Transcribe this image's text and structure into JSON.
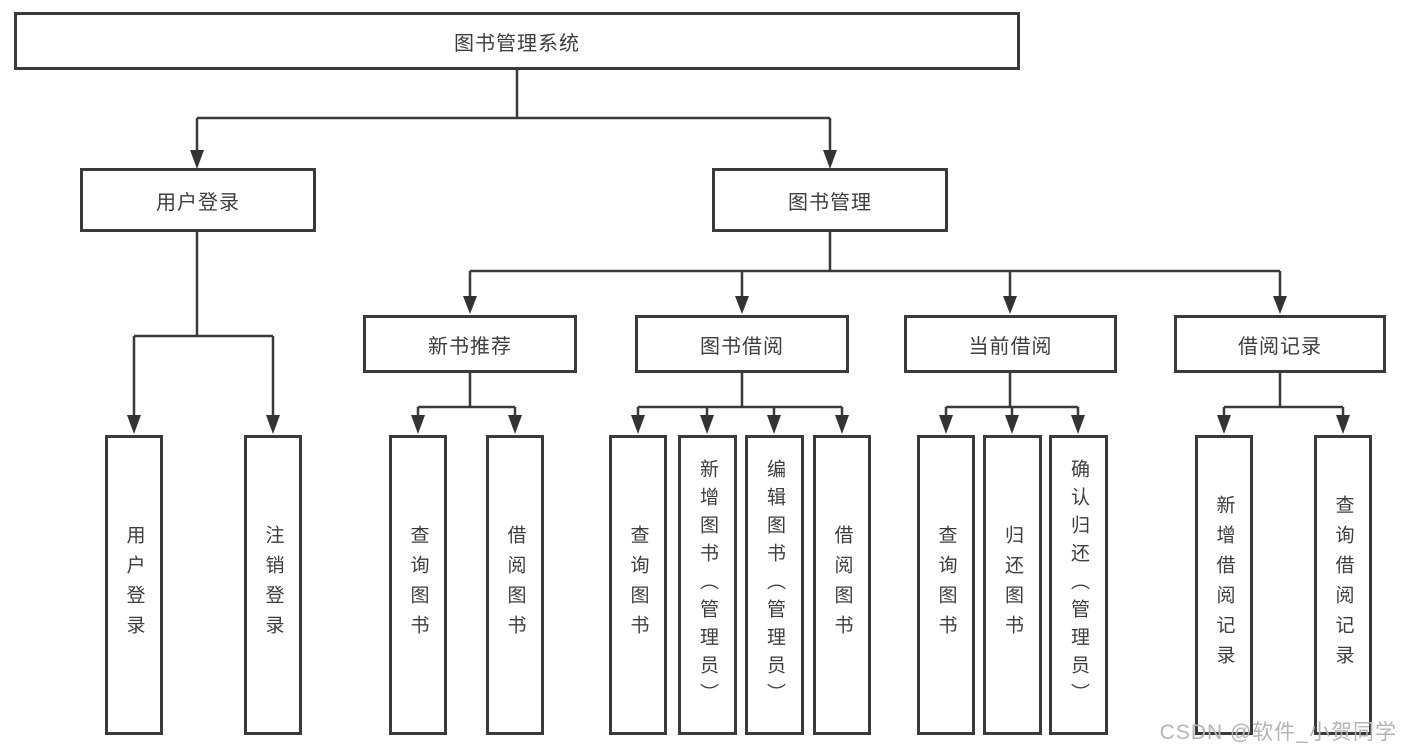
{
  "diagram": {
    "title": "图书管理系统",
    "branches": [
      {
        "label": "用户登录",
        "children": [
          {
            "label": "用户登录"
          },
          {
            "label": "注销登录"
          }
        ]
      },
      {
        "label": "图书管理",
        "children": [
          {
            "label": "新书推荐",
            "children": [
              {
                "label": "查询图书"
              },
              {
                "label": "借阅图书"
              }
            ]
          },
          {
            "label": "图书借阅",
            "children": [
              {
                "label": "查询图书"
              },
              {
                "label": "新增图书（管理员）"
              },
              {
                "label": "编辑图书（管理员）"
              },
              {
                "label": "借阅图书"
              }
            ]
          },
          {
            "label": "当前借阅",
            "children": [
              {
                "label": "查询图书"
              },
              {
                "label": "归还图书"
              },
              {
                "label": "确认归还（管理员）"
              }
            ]
          },
          {
            "label": "借阅记录",
            "children": [
              {
                "label": "新增借阅记录"
              },
              {
                "label": "查询借阅记录"
              }
            ]
          }
        ]
      }
    ]
  },
  "watermark": "CSDN @软件_小贺同学",
  "colors": {
    "line": "#3a3a3a",
    "text": "#3d3d3d",
    "watermark": "#b4b4b4",
    "background": "#ffffff"
  }
}
